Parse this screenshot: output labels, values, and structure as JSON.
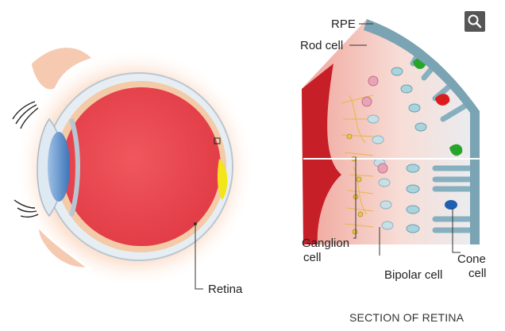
{
  "labels": {
    "rpe": "RPE",
    "rod_cell": "Rod cell",
    "ganglion_cell_line1": "Ganglion",
    "ganglion_cell_line2": "cell",
    "bipolar_cell": "Bipolar cell",
    "cone_cell_line1": "Cone",
    "cone_cell_line2": "cell",
    "retina": "Retina"
  },
  "caption": "SECTION OF RETINA",
  "icons": {
    "zoom": "magnifier-icon"
  },
  "colors": {
    "vitreous": "#e84a52",
    "sclera": "#e6edf2",
    "glow": "#f6b08a",
    "lens": "#4f86c6",
    "rpe": "#7aa4b3",
    "rod": "#86b0bf",
    "cone_red": "#d91d1d",
    "cone_green": "#27a52b",
    "cone_blue": "#1c5fb3",
    "macula": "#f2e51c",
    "nerve_fiber": "#c61f27"
  }
}
